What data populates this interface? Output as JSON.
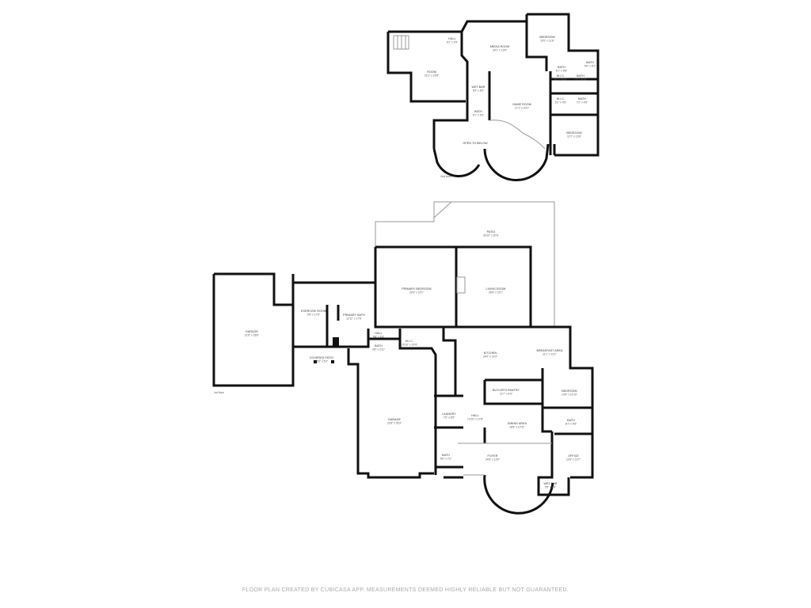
{
  "second_floor": {
    "label": "2nd floor",
    "rooms": [
      {
        "name": "HALL",
        "dims": "6'2\" x 3'9\""
      },
      {
        "name": "MEDIA ROOM",
        "dims": "18'1\" x 13'9\""
      },
      {
        "name": "BEDROOM",
        "dims": "12'0\" x 11'6\""
      },
      {
        "name": "ROOM",
        "dims": "21'2\" x 15'8\""
      },
      {
        "name": "WET BAR",
        "dims": "5'9\" x 8'0\""
      },
      {
        "name": "BATH",
        "dims": "9'1\" x 5'2\""
      },
      {
        "name": "GAME ROOM",
        "dims": "17'1\" x 20'1\""
      },
      {
        "name": "BATH",
        "dims": "5'1\" x 5'8\""
      },
      {
        "name": "BATH",
        "dims": "5'6\" x 5'1\""
      },
      {
        "name": "W.I.C.",
        "dims": "5'1\" x 4'10\""
      },
      {
        "name": "BATH",
        "dims": "7'2\" x 8'10\""
      },
      {
        "name": "W.I.C.",
        "dims": "5'1\" x 4'5\""
      },
      {
        "name": "BATH",
        "dims": "7'2\" x 4'5\""
      },
      {
        "name": "BEDROOM",
        "dims": "12'7\" x 13'6\""
      },
      {
        "name": "OPEN TO BELOW",
        "dims": ""
      }
    ]
  },
  "first_floor": {
    "label": "1st floor",
    "rooms": [
      {
        "name": "PATIO",
        "dims": "30'10\" x 20'0\""
      },
      {
        "name": "PRIMARY BEDROOM",
        "dims": "22'9\" x 22'1\""
      },
      {
        "name": "LIVING ROOM",
        "dims": "25'6\" x 22'1\""
      },
      {
        "name": "GARAGE",
        "dims": "21'6\" x 28'6\""
      },
      {
        "name": "EXERCISE ROOM",
        "dims": "9'9\" x 17'6\""
      },
      {
        "name": "PRIMARY BATH",
        "dims": "12'11\" x 17'6\""
      },
      {
        "name": "HALL",
        "dims": "4'8\" x 5'3\""
      },
      {
        "name": "BATH",
        "dims": "4'8\" x 2'11\""
      },
      {
        "name": "W.I.C.",
        "dims": "15'10\" x 19'4\""
      },
      {
        "name": "KITCHEN",
        "dims": "24'0\" x 14'3\""
      },
      {
        "name": "BREAKFAST AREA",
        "dims": "11'1\" x 12'1\""
      },
      {
        "name": "COVERED PATIO",
        "dims": "16'3\" x 5'2\""
      },
      {
        "name": "BUTLER'S PANTRY",
        "dims": "11'7\" x 4'3\""
      },
      {
        "name": "BEDROOM",
        "dims": "14'9\" x 10'10\""
      },
      {
        "name": "LAUNDRY",
        "dims": "7'9\" x 8'5\""
      },
      {
        "name": "GARAGE",
        "dims": "22'8\" x 35'3\""
      },
      {
        "name": "HALL",
        "dims": "13'10\" x 17'8\""
      },
      {
        "name": "DINING AREA",
        "dims": "18'8\" x 10'11\""
      },
      {
        "name": "BATH",
        "dims": "8'1\" x 5'6\""
      },
      {
        "name": "BATH",
        "dims": "5'6\" x 7'2\""
      },
      {
        "name": "FOYER",
        "dims": "24'6\" x 13'0\""
      },
      {
        "name": "OFFICE",
        "dims": "12'8\" x 12'7\""
      },
      {
        "name": "WET BAR",
        "dims": "5'5\" x 4'6\""
      }
    ]
  },
  "footer": "FLOOR PLAN CREATED BY CUBICASA APP. MEASUREMENTS DEEMED HIGHLY RELIABLE BUT NOT GUARANTEED."
}
